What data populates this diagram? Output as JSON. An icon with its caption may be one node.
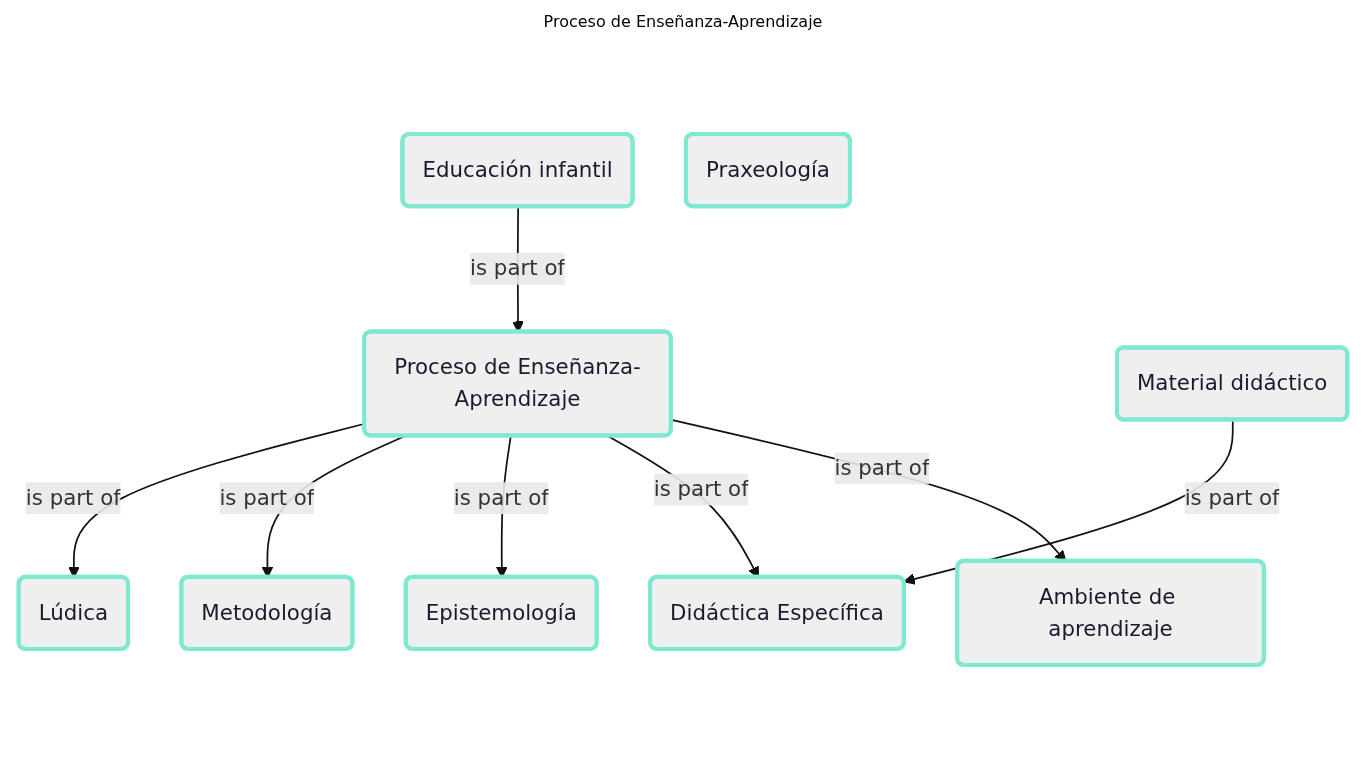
{
  "diagram": {
    "title": "Proceso de Enseñanza-Aprendizaje",
    "nodes": [
      {
        "text": [
          "Educación infantil"
        ]
      },
      {
        "text": [
          "Praxeología"
        ]
      },
      {
        "text": [
          "Proceso de Enseñanza-Aprendizaje"
        ]
      },
      {
        "text": [
          "Ambiente de aprendizaje"
        ]
      },
      {
        "text": [
          "Didáctica Específica"
        ]
      },
      {
        "text": [
          "Epistemología"
        ]
      },
      {
        "text": [
          "Metodología"
        ]
      },
      {
        "text": [
          "Lúdica"
        ]
      },
      {
        "text": [
          "Material didáctico"
        ]
      }
    ],
    "edges": [
      {
        "from": 0,
        "to": 2,
        "label": "is part of",
        "arrow": "to"
      },
      {
        "from": 2,
        "to": 3,
        "label": "is part of",
        "arrow": "to"
      },
      {
        "from": 2,
        "to": 4,
        "label": "is part of",
        "arrow": "to"
      },
      {
        "from": 2,
        "to": 5,
        "label": "is part of",
        "arrow": "to"
      },
      {
        "from": 2,
        "to": 6,
        "label": "is part of",
        "arrow": "to"
      },
      {
        "from": 2,
        "to": 7,
        "label": "is part of",
        "arrow": "to"
      },
      {
        "from": 8,
        "to": 4,
        "label": "is part of",
        "arrow": "to"
      }
    ]
  }
}
